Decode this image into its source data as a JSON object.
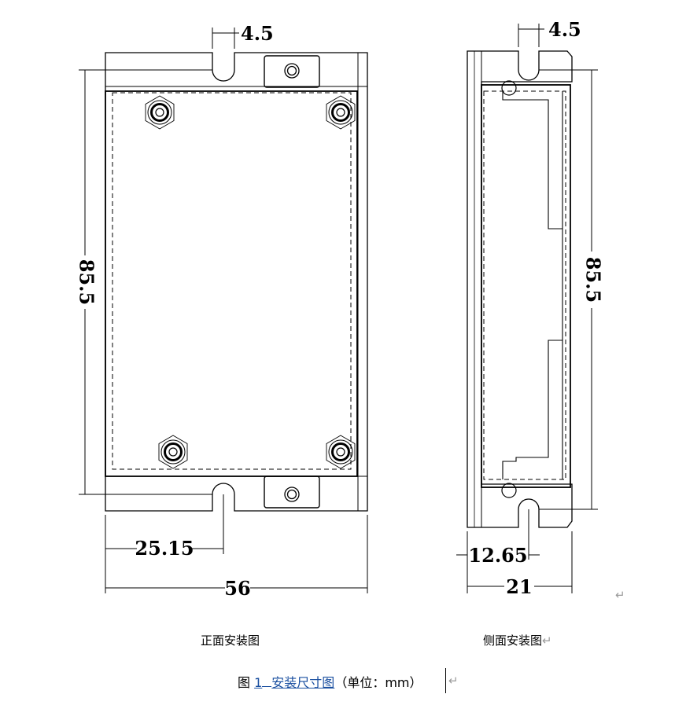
{
  "front_view": {
    "dims": {
      "slot_width": "4.5",
      "height": "85.5",
      "hole_offset": "25.15",
      "width": "56"
    },
    "caption": "正面安装图"
  },
  "side_view": {
    "dims": {
      "slot_width": "4.5",
      "height": "85.5",
      "hole_offset": "12.65",
      "depth": "21"
    },
    "caption": "侧面安装图"
  },
  "figure_caption": {
    "prefix": "图",
    "number": "1",
    "title": "安装尺寸图",
    "unit": "（单位：mm）"
  },
  "paragraph_mark": "↵"
}
